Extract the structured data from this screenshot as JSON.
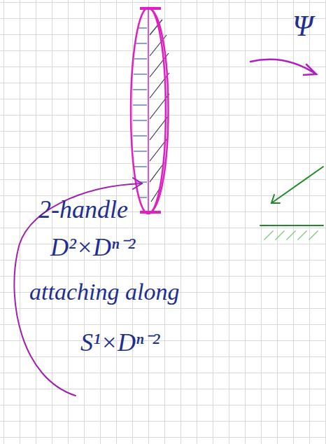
{
  "diagram": {
    "labels": [
      "Ψ",
      "2-handle",
      "D²×Dⁿ⁻²",
      "attaching along",
      "S¹×Dⁿ⁻²"
    ]
  }
}
